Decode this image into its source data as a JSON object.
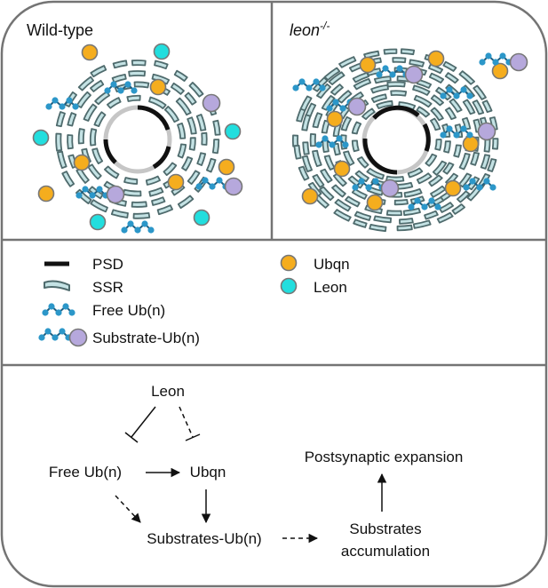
{
  "panels": {
    "wild_type": {
      "title": "Wild-type"
    },
    "mutant": {
      "title_base": "leon",
      "title_sup": "-/-"
    }
  },
  "legend": {
    "psd": "PSD",
    "ssr": "SSR",
    "free_ub": "Free Ub(n)",
    "substrate_ub": "Substrate-Ub(n)",
    "ubqn": "Ubqn",
    "leon": "Leon"
  },
  "pathway": {
    "leon": "Leon",
    "free_ub": "Free Ub(n)",
    "ubqn": "Ubqn",
    "substrates_ub": "Substrates-Ub(n)",
    "accumulation_line1": "Substrates",
    "accumulation_line2": "accumulation",
    "expansion": "Postsynaptic expansion"
  },
  "colors": {
    "ubqn": "#f5ad1e",
    "leon": "#22dede",
    "ubiquitin": "#2c97c9",
    "substrate": "#b6a8dc",
    "ssr_fill": "#c4e2e4",
    "outline": "#4f6b6d",
    "psd": "#111111",
    "psd_gap": "#c6c6c6"
  }
}
